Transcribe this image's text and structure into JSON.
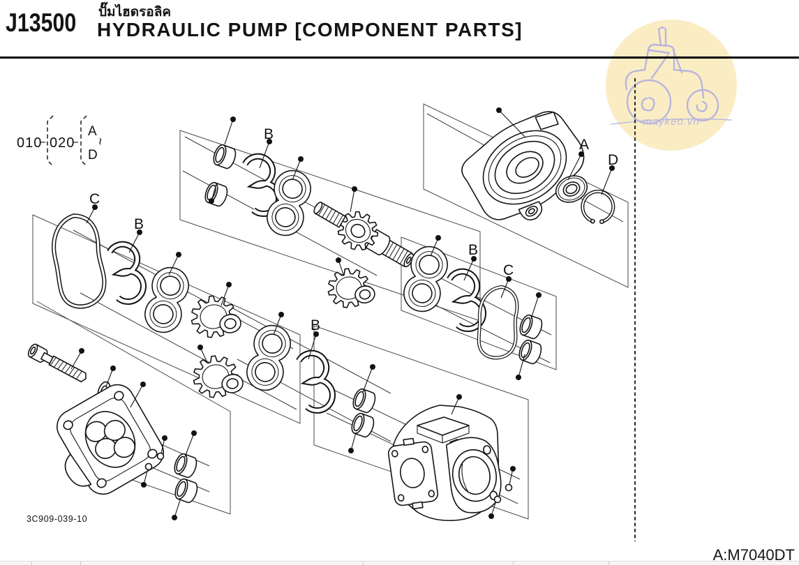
{
  "header": {
    "section_code": "J13500",
    "title_thai": "ปั๊มไฮดรอลิค",
    "title_en": "HYDRAULIC PUMP [COMPONENT PARTS]"
  },
  "reference": {
    "group_start": "010",
    "group_end": "020",
    "variant_from": "A",
    "variant_tilde": "~",
    "variant_to": "D"
  },
  "figure": {
    "drawing_number": "3C909-039-10",
    "callouts": {
      "a": "A",
      "b": "B",
      "c": "C",
      "d": "D"
    }
  },
  "footer": {
    "model_code": "A:M7040DT"
  },
  "watermark": {
    "site": "maykeo.vn"
  },
  "colors": {
    "line": "#141414",
    "watermark_bg": "#faedc4",
    "watermark_ink": "#b9b5de"
  }
}
